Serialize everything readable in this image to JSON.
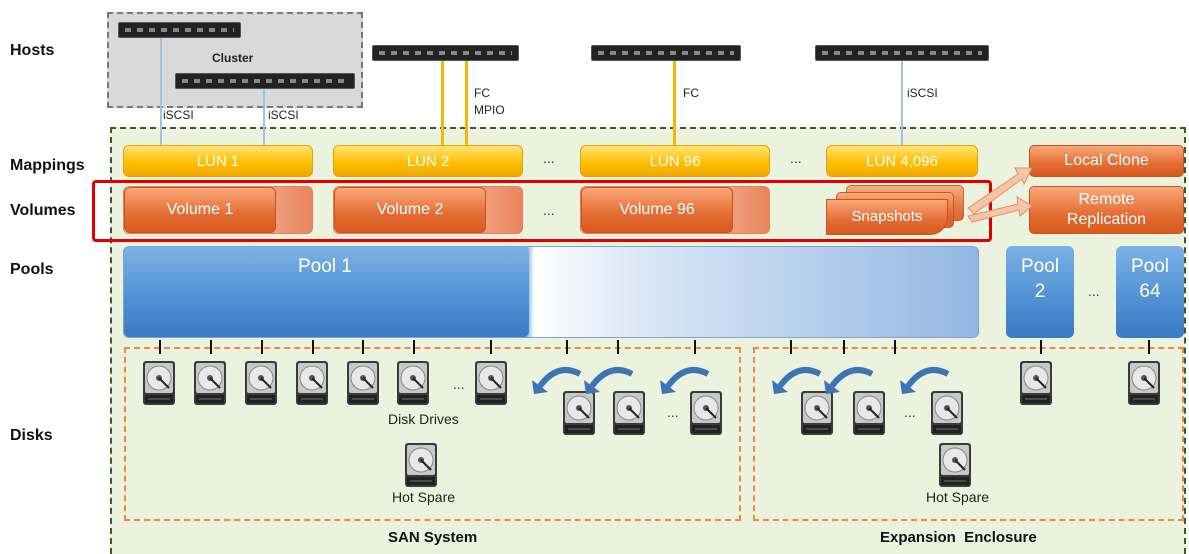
{
  "rows": {
    "hosts": "Hosts",
    "mappings": "Mappings",
    "volumes": "Volumes",
    "pools": "Pools",
    "disks": "Disks"
  },
  "cluster_label": "Cluster",
  "conn_labels": {
    "iscsi1": "iSCSI",
    "iscsi2": "iSCSI",
    "fc_mpio_a": "FC",
    "fc_mpio_b": "MPIO",
    "fc": "FC",
    "iscsi3": "iSCSI"
  },
  "luns": [
    "LUN 1",
    "LUN 2",
    "LUN 96",
    "LUN 4,096"
  ],
  "volumes": [
    "Volume 1",
    "Volume 2",
    "Volume 96"
  ],
  "snapshots": "Snapshots",
  "local_clone": "Local Clone",
  "remote_replication_1": "Remote",
  "remote_replication_2": "Replication",
  "ellipsis": "...",
  "pool1": "Pool 1",
  "pool2_a": "Pool",
  "pool2_b": "2",
  "pool64_a": "Pool",
  "pool64_b": "64",
  "disk_drives": "Disk Drives",
  "hot_spare": "Hot Spare",
  "san_system": "SAN System",
  "expansion_enclosure": "Expansion  Enclosure",
  "colors": {
    "lun": "#ffc000",
    "volume": "#e36c32",
    "pool": "#4f8fd2",
    "highlight": "#e00000",
    "enclosure": "#f08a3a",
    "area": "#ebf2de"
  }
}
